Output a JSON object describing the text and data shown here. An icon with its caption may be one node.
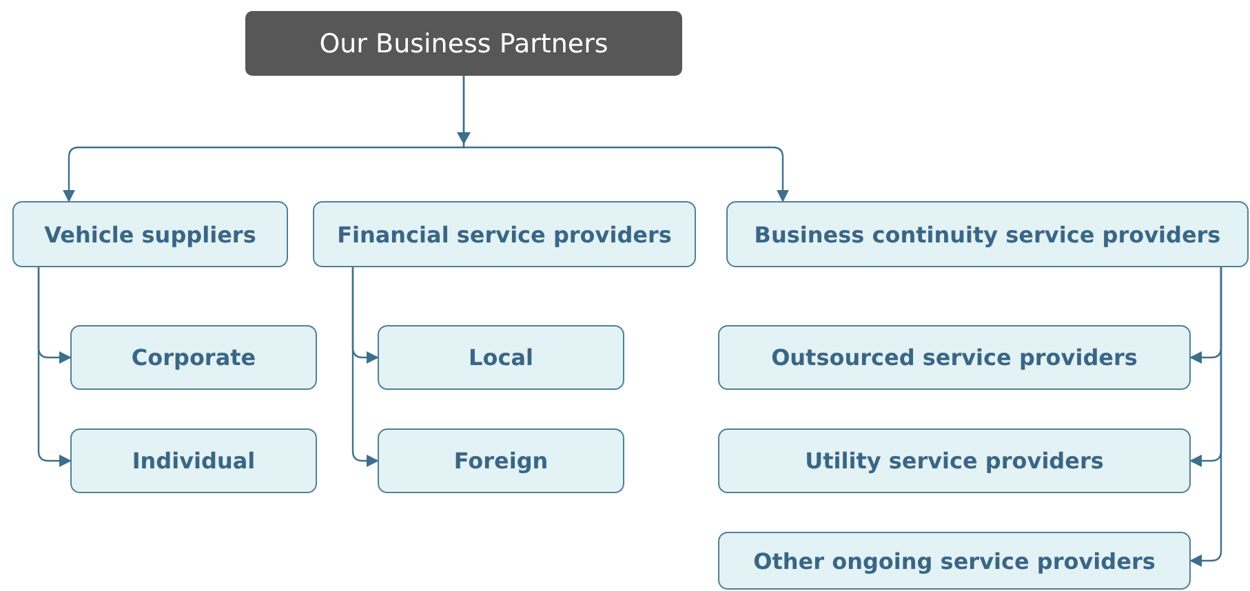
{
  "diagram": {
    "nodes": [
      {
        "text": [
          "Our Business Partners"
        ]
      },
      {
        "text": [
          "Vehicle suppliers"
        ]
      },
      {
        "text": [
          "Financial service providers"
        ]
      },
      {
        "text": [
          "Business continuity service providers"
        ]
      },
      {
        "text": [
          "Corporate"
        ]
      },
      {
        "text": [
          "Individual"
        ]
      },
      {
        "text": [
          "Local"
        ]
      },
      {
        "text": [
          "Foreign"
        ]
      },
      {
        "text": [
          "Outsourced service providers"
        ]
      },
      {
        "text": [
          "Utility service providers"
        ]
      },
      {
        "text": [
          "Other ongoing service providers"
        ]
      }
    ],
    "edges": [
      {
        "from": 0,
        "to": 1,
        "arrow": "to"
      },
      {
        "from": 0,
        "to": 3,
        "arrow": "to"
      },
      {
        "from": 1,
        "to": 4,
        "arrow": "to"
      },
      {
        "from": 1,
        "to": 5,
        "arrow": "to"
      },
      {
        "from": 2,
        "to": 6,
        "arrow": "to"
      },
      {
        "from": 2,
        "to": 7,
        "arrow": "to"
      },
      {
        "from": 3,
        "to": 8,
        "arrow": "to"
      },
      {
        "from": 3,
        "to": 9,
        "arrow": "to"
      },
      {
        "from": 3,
        "to": 10,
        "arrow": "to"
      }
    ]
  }
}
